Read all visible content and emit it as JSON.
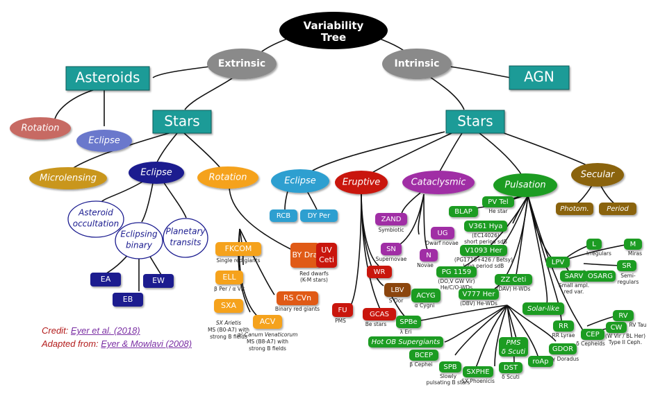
{
  "title": "Variability Tree",
  "top": {
    "extrinsic": "Extrinsic",
    "intrinsic": "Intrinsic"
  },
  "extrinsic": {
    "asteroids": "Asteroids",
    "rotation": "Rotation",
    "eclipse": "Eclipse",
    "stars": "Stars",
    "microlensing": "Microlensing",
    "stars_eclipse": "Eclipse",
    "stars_rotation": "Rotation",
    "asteroid_occ": [
      "Asteroid",
      "occultation"
    ],
    "ecl_binary": [
      "Eclipsing",
      "binary"
    ],
    "planet_transits": [
      "Planetary",
      "transits"
    ],
    "ea": "EA",
    "ew": "EW",
    "eb": "EB",
    "fkcom": "FKCOM",
    "fkcom_note": "Single red giants",
    "ell": "ELL",
    "ell_note": "β Per / α Vir",
    "sxa": "SXA",
    "sxa_note": [
      "SX Arietis",
      "MS (B0-A7) with",
      "strong B fields"
    ],
    "acv": "ACV",
    "acv_note": [
      "α² Canum Venaticorum",
      "MS (B8-A7) with",
      "strong B fields"
    ],
    "rscvn": "RS CVn",
    "rscvn_note": "Binary red giants",
    "bydra": "BY Dra",
    "uvceti": [
      "UV",
      "Ceti"
    ],
    "bydra_note": [
      "Red dwarfs",
      "(K-M stars)"
    ]
  },
  "intrinsic": {
    "agn": "AGN",
    "stars": "Stars",
    "eclipse": "Eclipse",
    "rcb": "RCB",
    "dyper": "DY Per",
    "eruptive": "Eruptive",
    "fu": "FU",
    "fu_note": "PMS",
    "gcas": "GCAS",
    "gcas_note": "Be stars",
    "wr": "WR",
    "lbv": "LBV",
    "lbv_note": "S Dor",
    "acyg": "ACYG",
    "acyg_note": "α Cygni",
    "spbe": "SPBe",
    "spbe_note": "λ Eri",
    "cataclysmic": "Cataclysmic",
    "zand": "ZAND",
    "zand_note": "Symbiotic",
    "ug": "UG",
    "ug_note": "Dwarf novae",
    "sn": "SN",
    "sn_note": "Supernovae",
    "n": "N",
    "n_note": "Novae",
    "pulsation": "Pulsation",
    "pvtel": "PV Tel",
    "pvtel_note": "He star",
    "blap": "BLAP",
    "v361": "V361 Hya",
    "v361_note": [
      "(EC14026)",
      "short period sdB"
    ],
    "v1093": "V1093 Her",
    "v1093_note": [
      "(PG1716+426 / Betsy)",
      "long period sdB"
    ],
    "pg1159": "PG 1159",
    "pg1159_note": [
      "(DO,V GW Vir)",
      "He/C/O-WDs"
    ],
    "zzceti": "ZZ Ceti",
    "zzceti_note": "(DAV) H-WDs",
    "v777": "V777 Her",
    "v777_note": "(DBV) He-WDs",
    "hotob": "Hot OB Supergiants",
    "bcep": "BCEP",
    "bcep_note": "β Cephei",
    "spb": "SPB",
    "spb_note": [
      "Slowly",
      "pulsating B stars"
    ],
    "sxphe": "SXPHE",
    "sxphe_note": "SX Phoenicis",
    "pms": [
      "PMS",
      "δ Scuti"
    ],
    "dst": "DST",
    "dst_note": "δ Scuti",
    "roap": "roAp",
    "gdor": "GDOR",
    "gdor_note": "γ Doradus",
    "solar": "Solar-like",
    "rr": "RR",
    "rr_note": "RR Lyrae",
    "cep": "CEP",
    "cep_note": "δ Cepheids",
    "rv": "RV",
    "rv_note": "RV Tau",
    "cw": "CW",
    "cw_note": [
      "(W Vir / BL Her)",
      "Type II Ceph."
    ],
    "lpv": "LPV",
    "l": "L",
    "l_note": "Irregulars",
    "m": "M",
    "m_note": "Miras",
    "sarv": "SARV",
    "sarv_note": [
      "Small ampl.",
      "red var."
    ],
    "osarg": "OSARG",
    "sr": "SR",
    "sr_note": [
      "Semi-",
      "regulars"
    ],
    "secular": "Secular",
    "photom": "Photom.",
    "period": "Period"
  },
  "credits": {
    "credit_label": "Credit:",
    "credit_link": "Eyer et al. (2018)",
    "adapted_label": "Adapted from:",
    "adapted_link": "Eyer & Mowlavi (2008)"
  },
  "colors": {
    "teal": "#1a9b97",
    "grey": "#8a8a8a",
    "brick": "#c76b63",
    "lavender": "#6a78cc",
    "mustard": "#c9961e",
    "navy": "#1a1b8f",
    "orange": "#f5a21a",
    "blue": "#2f9fd0",
    "red": "#c9180f",
    "purple": "#a02ea5",
    "green": "#1e9c22",
    "brown": "#8a6410"
  }
}
